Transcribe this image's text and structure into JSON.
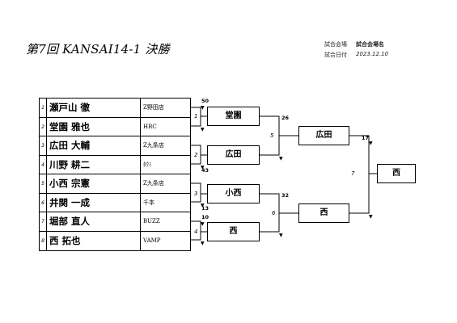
{
  "document": {
    "title": "第7回 KANSAI14-1 決勝",
    "venue_label": "試合会場",
    "venue_value": "試合会場名",
    "date_label": "試合日付",
    "date_value": "2023.12.10"
  },
  "players": [
    {
      "num": "1",
      "name": "瀬戸山 徹",
      "shop": "Z野田店"
    },
    {
      "num": "2",
      "name": "堂園 雅也",
      "shop": "HRC"
    },
    {
      "num": "3",
      "name": "広田 大輔",
      "shop": "Z九条店"
    },
    {
      "num": "4",
      "name": "川野 耕二",
      "shop": "ﾀｸﾐ"
    },
    {
      "num": "5",
      "name": "小西 宗憲",
      "shop": "Z九条店"
    },
    {
      "num": "6",
      "name": "井関 一成",
      "shop": "千本"
    },
    {
      "num": "7",
      "name": "堀部 直人",
      "shop": "BUZZ"
    },
    {
      "num": "8",
      "name": "西 拓也",
      "shop": "VAMP"
    }
  ],
  "bracket": {
    "round1": [
      {
        "match": "1",
        "winner": "堂園",
        "top_score": "50",
        "bottom_score": ""
      },
      {
        "match": "2",
        "winner": "広田",
        "top_score": "",
        "bottom_score": "43"
      },
      {
        "match": "3",
        "winner": "小西",
        "top_score": "",
        "bottom_score": "13"
      },
      {
        "match": "4",
        "winner": "西",
        "top_score": "10",
        "bottom_score": ""
      }
    ],
    "round2": [
      {
        "match": "5",
        "winner": "広田",
        "top_score": "26"
      },
      {
        "match": "6",
        "winner": "西",
        "top_score": "32"
      }
    ],
    "final": {
      "match": "7",
      "winner": "西",
      "top_score": "17"
    }
  }
}
